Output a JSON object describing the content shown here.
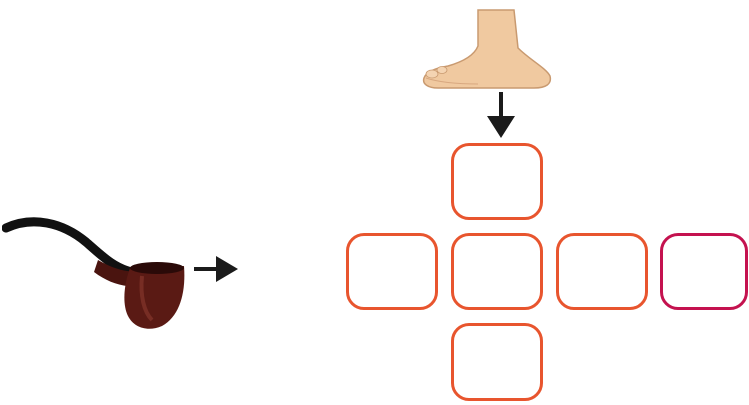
{
  "colors": {
    "background": "#ffffff",
    "box_border_orange": "#e8552e",
    "box_border_crimson": "#c4124f",
    "arrow": "#1b1b1b",
    "pipe_wood": "#5a1a14",
    "pipe_stem": "#111111",
    "foot_skin": "#f0c9a0"
  },
  "images": {
    "left_picture": "smoking-pipe",
    "top_picture": "bare-foot"
  },
  "arrows": [
    "arrow-down",
    "arrow-right"
  ],
  "grid": {
    "boxes": [
      {
        "id": "top",
        "value": ""
      },
      {
        "id": "left",
        "value": ""
      },
      {
        "id": "center",
        "value": ""
      },
      {
        "id": "right",
        "value": ""
      },
      {
        "id": "far-right",
        "value": ""
      },
      {
        "id": "bottom",
        "value": ""
      }
    ]
  }
}
